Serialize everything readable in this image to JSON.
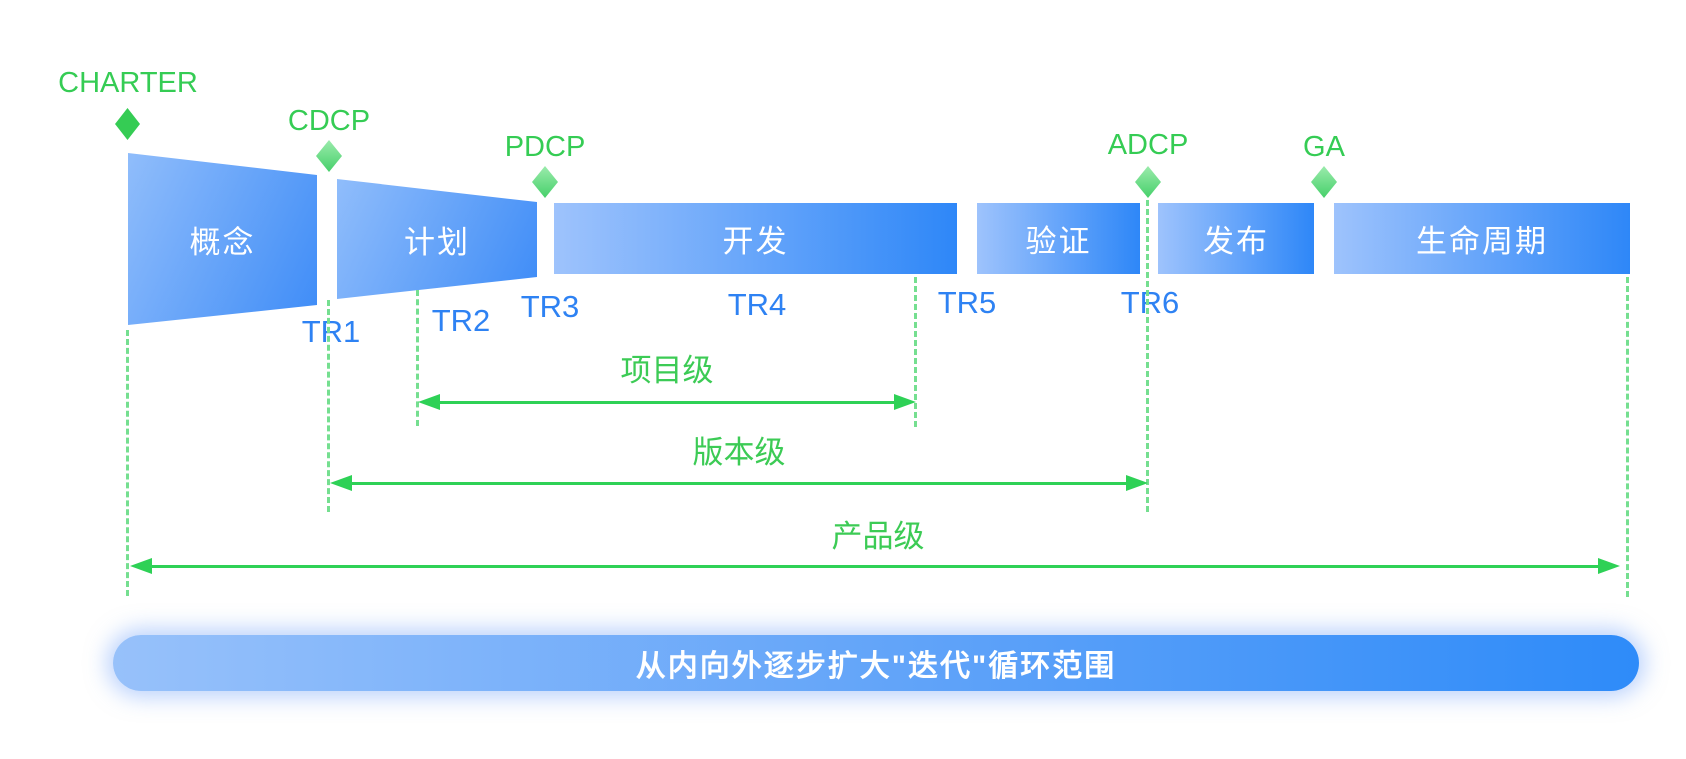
{
  "milestones": [
    {
      "id": "charter",
      "label": "CHARTER"
    },
    {
      "id": "cdcp",
      "label": "CDCP"
    },
    {
      "id": "pdcp",
      "label": "PDCP"
    },
    {
      "id": "adcp",
      "label": "ADCP"
    },
    {
      "id": "ga",
      "label": "GA"
    }
  ],
  "phases": [
    {
      "id": "concept",
      "label": "概念"
    },
    {
      "id": "plan",
      "label": "计划"
    },
    {
      "id": "develop",
      "label": "开发"
    },
    {
      "id": "verify",
      "label": "验证"
    },
    {
      "id": "release",
      "label": "发布"
    },
    {
      "id": "lifecycle",
      "label": "生命周期"
    }
  ],
  "tech_reviews": [
    {
      "label": "TR1"
    },
    {
      "label": "TR2"
    },
    {
      "label": "TR3"
    },
    {
      "label": "TR4"
    },
    {
      "label": "TR5"
    },
    {
      "label": "TR6"
    }
  ],
  "scope_levels": [
    {
      "id": "project",
      "label": "项目级"
    },
    {
      "id": "version",
      "label": "版本级"
    },
    {
      "id": "product",
      "label": "产品级"
    }
  ],
  "banner": {
    "text": "从内向外逐步扩大\"迭代\"循环范围"
  },
  "colors": {
    "phase_gradient_start": "#9EC3FC",
    "phase_gradient_end": "#2E87F8",
    "milestone_green": "#35CC54",
    "diamond_gradient_start": "#9BEBAC",
    "diamond_gradient_end": "#46D06A",
    "dashed_line_green": "#75DF90",
    "arrow_green": "#2ED156",
    "review_blue": "#2E82F3",
    "banner_gradient_start": "#97C1FA",
    "banner_gradient_end": "#2E8BF9"
  }
}
